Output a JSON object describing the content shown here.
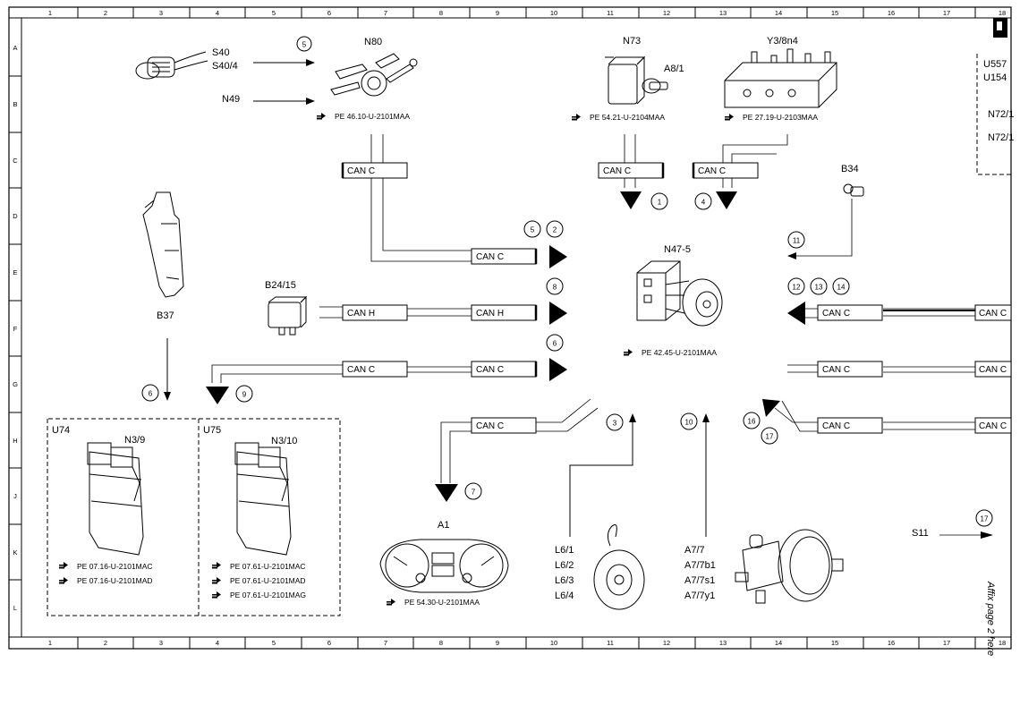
{
  "grid": {
    "columns": [
      "1",
      "2",
      "3",
      "4",
      "5",
      "6",
      "7",
      "8",
      "9",
      "10",
      "11",
      "12",
      "13",
      "14",
      "15",
      "16",
      "17",
      "18"
    ],
    "rows": [
      "A",
      "B",
      "C",
      "D",
      "E",
      "F",
      "G",
      "H",
      "J",
      "K",
      "L"
    ]
  },
  "components": {
    "s40": "S40",
    "s40_4": "S40/4",
    "n49": "N49",
    "n80": "N80",
    "n80_ref": "PE 46.10-U-2101MAA",
    "n73": "N73",
    "a8_1": "A8/1",
    "n73_ref": "PE 54.21-U-2104MAA",
    "y3_8n4": "Y3/8n4",
    "y3_ref": "PE 27.19-U-2103MAA",
    "u557": "U557",
    "u154": "U154",
    "n72_1a": "N72/1",
    "n72_1b": "N72/1",
    "b34": "B34",
    "n47_5": "N47-5",
    "n47_ref": "PE 42.45-U-2101MAA",
    "b24_15": "B24/15",
    "b37": "B37",
    "u74": "U74",
    "n3_9": "N3/9",
    "n3_9_ref1": "PE 07.16-U-2101MAC",
    "n3_9_ref2": "PE 07.16-U-2101MAD",
    "u75": "U75",
    "n3_10": "N3/10",
    "n3_10_ref1": "PE 07.61-U-2101MAC",
    "n3_10_ref2": "PE 07.61-U-2101MAD",
    "n3_10_ref3": "PE 07.61-U-2101MAG",
    "a1": "A1",
    "a1_ref": "PE 54.30-U-2101MAA",
    "l6_1": "L6/1",
    "l6_2": "L6/2",
    "l6_3": "L6/3",
    "l6_4": "L6/4",
    "a7_7": "A7/7",
    "a7_7b1": "A7/7b1",
    "a7_7s1": "A7/7s1",
    "a7_7y1": "A7/7y1",
    "s11": "S11"
  },
  "buses": {
    "can_c": "CAN C",
    "can_h": "CAN H"
  },
  "callouts": {
    "c1": "1",
    "c2": "2",
    "c3": "3",
    "c4": "4",
    "c5": "5",
    "c6": "6",
    "c7": "7",
    "c8": "8",
    "c9": "9",
    "c10": "10",
    "c11": "11",
    "c12": "12",
    "c13": "13",
    "c14": "14",
    "c16": "16",
    "c17": "17"
  },
  "margin_note": "Affix page 2 here"
}
